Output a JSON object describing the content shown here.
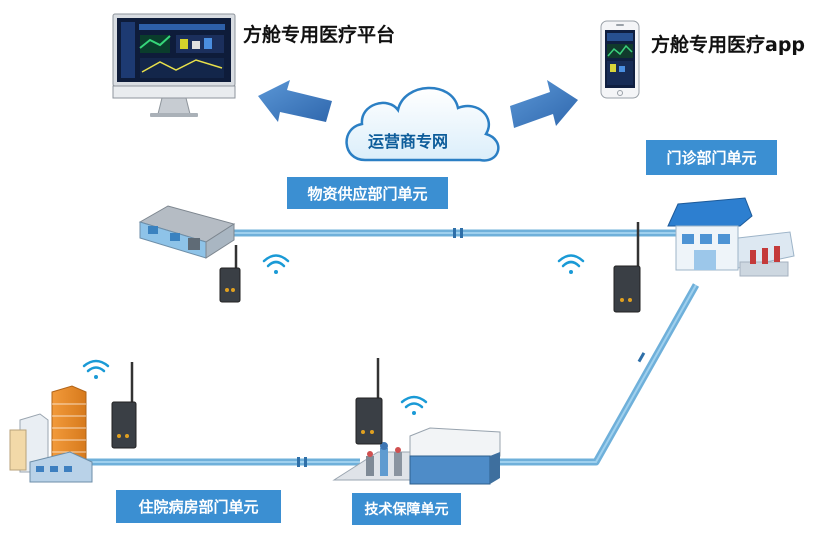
{
  "platform": {
    "title": "方舱专用医疗平台",
    "icon": "monitor-icon"
  },
  "app": {
    "title": "方舱专用医疗app",
    "icon": "smartphone-icon"
  },
  "cloud": {
    "label": "运营商专网",
    "icon": "cloud-icon"
  },
  "units": {
    "supply": "物资供应部门单元",
    "clinic": "门诊部门单元",
    "ward": "住院病房部门单元",
    "tech": "技术保障单元"
  },
  "colors": {
    "line": "#6fb0da",
    "label_bg": "#3b8fd2",
    "arrow": "#3d79c0",
    "wifi": "#1a9ad6"
  }
}
